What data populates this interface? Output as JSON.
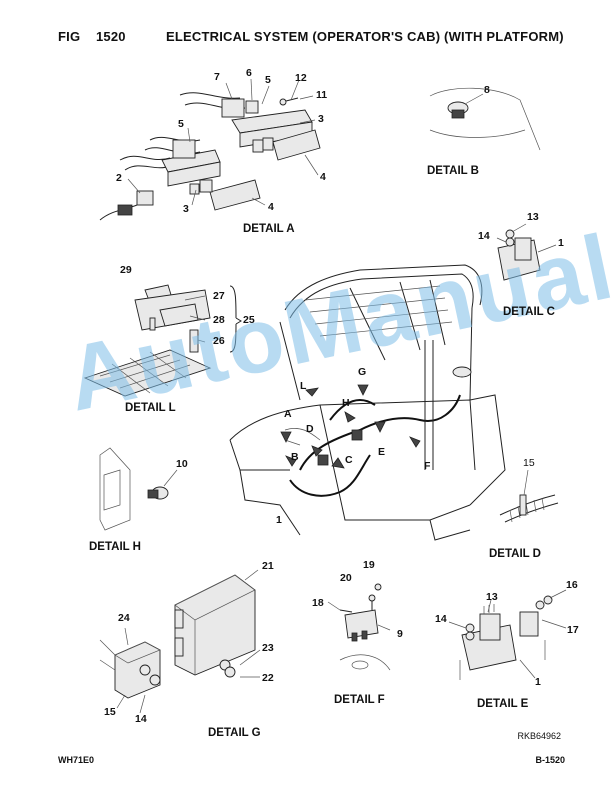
{
  "header": {
    "fig_label": "FIG",
    "fig_number": "1520",
    "title": "ELECTRICAL SYSTEM (OPERATOR'S CAB) (WITH PLATFORM)"
  },
  "details": {
    "a": "DETAIL A",
    "b": "DETAIL B",
    "c": "DETAIL C",
    "d": "DETAIL D",
    "e": "DETAIL E",
    "f": "DETAIL F",
    "g": "DETAIL G",
    "h": "DETAIL H",
    "l": "DETAIL L"
  },
  "callouts": {
    "a_7": "7",
    "a_6": "6",
    "a_5_top": "5",
    "a_12": "12",
    "a_11": "11",
    "a_5_left": "5",
    "a_3_right": "3",
    "a_2": "2",
    "a_3_left": "3",
    "a_4_right": "4",
    "a_4_bottom": "4",
    "b_8": "8",
    "c_13": "13",
    "c_14": "14",
    "c_1": "1",
    "l_29": "29",
    "l_27": "27",
    "l_28": "28",
    "l_25": "25",
    "l_26": "26",
    "main_L": "L",
    "main_G": "G",
    "main_A": "A",
    "main_H": "H",
    "main_D": "D",
    "main_B": "B",
    "main_C": "C",
    "main_E": "E",
    "main_F": "F",
    "main_1": "1",
    "h_10": "10",
    "d_15": "15",
    "g_21": "21",
    "g_24": "24",
    "g_23": "23",
    "g_22": "22",
    "g_15": "15",
    "g_14": "14",
    "f_19": "19",
    "f_20": "20",
    "f_18": "18",
    "f_9": "9",
    "e_16": "16",
    "e_13": "13",
    "e_14": "14",
    "e_17": "17",
    "e_1": "1"
  },
  "watermark": "AutoManual",
  "footer": {
    "left": "WH71E0",
    "right": "B-1520",
    "reference": "RKB64962"
  },
  "icons": [
    "relay-icon",
    "connector-icon",
    "arrow-icon",
    "cab-frame-icon"
  ]
}
